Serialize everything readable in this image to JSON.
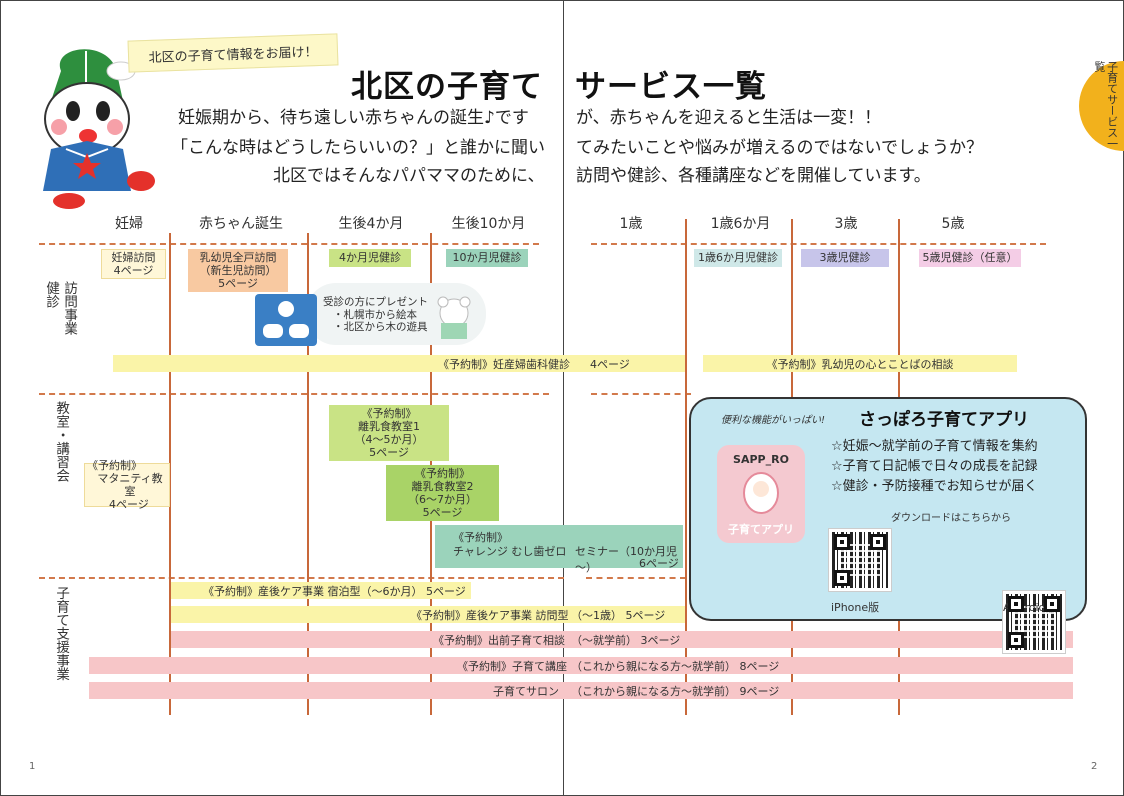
{
  "header": {
    "note": "北区の子育て情報をお届け！",
    "title_left": "北区の子育て",
    "title_right": "サービス一覧",
    "lead_left": [
      "妊娠期から、待ち遠しい赤ちゃんの誕生♪です",
      "「こんな時はどうしたらいいの？」と誰かに聞い",
      "北区ではそんなパパママのために、"
    ],
    "lead_right": [
      "が、赤ちゃんを迎えると生活は一変！！",
      "てみたいことや悩みが増えるのではないでしょうか？",
      "訪問や健診、各種講座などを開催しています。"
    ],
    "side_tab": "子育てサービス一覧"
  },
  "stages": [
    "妊婦",
    "赤ちゃん誕生",
    "生後4か月",
    "生後10か月",
    "1歳",
    "1歳6か月",
    "3歳",
    "5歳"
  ],
  "categories": {
    "visits": [
      "健診",
      "訪問事業"
    ],
    "classes": "教室・講習会",
    "support": "子育て支援事業"
  },
  "visit_boxes": {
    "ninpu": [
      "妊婦訪問",
      "4ページ"
    ],
    "newborn": [
      "乳幼児全戸訪問",
      "（新生児訪問）",
      "5ページ"
    ],
    "m4": "4か月児健診",
    "m10": "10か月児健診",
    "m18": "1歳6か月児健診",
    "y3": "3歳児健診",
    "y5": "5歳児健診（任意）"
  },
  "present": {
    "lines": [
      "受診の方にプレゼント",
      "・札幌市から絵本",
      "・北区から木の遊具"
    ]
  },
  "dental_bars": {
    "prenatal": "《予約制》妊産婦歯科健診",
    "prenatal_page": "4ページ",
    "child": "《予約制》乳幼児の心とことばの相談"
  },
  "class_boxes": {
    "maternity": [
      "《予約制》",
      "マタニティ教室",
      "4ページ"
    ],
    "weaning1": [
      "《予約制》",
      "離乳食教室1",
      "（4～5か月）",
      "5ページ"
    ],
    "weaning2": [
      "《予約制》",
      "離乳食教室2",
      "（6～7か月）",
      "5ページ"
    ],
    "challenge_tag": "《予約制》",
    "challenge": "チャレンジ むし歯ゼロ",
    "challenge_note": "セミナー（10か月児～）",
    "challenge_page": "6ページ"
  },
  "support_bars": [
    {
      "left": "《予約制》産後ケア事業  宿泊型（～6か月）  5ページ",
      "right": ""
    },
    {
      "left": "《予約制》産後ケア事業  訪問型",
      "right": "（～1歳）  5ページ"
    },
    {
      "left": "《予約制》出前子育て相談",
      "right": "（～就学前）  3ページ"
    },
    {
      "left": "《予約制》子育て講座",
      "right": "（これから親になる方～就学前）  8ページ"
    },
    {
      "left": "子育てサロン",
      "right": "（これから親になる方～就学前）  9ページ"
    }
  ],
  "app": {
    "tagline": "便利な機能がいっぱい!",
    "name": "さっぽろ子育てアプリ",
    "icon_top": "SAPP_RO",
    "icon_bottom": "子育てアプリ",
    "features": [
      "☆妊娠～就学前の子育て情報を集約",
      "☆子育て日記帳で日々の成長を記録",
      "☆健診・予防接種でお知らせが届く"
    ],
    "download": "ダウンロードはこちらから",
    "iphone": "iPhone版",
    "android": "Android版"
  },
  "page_numbers": [
    "1",
    "2"
  ]
}
